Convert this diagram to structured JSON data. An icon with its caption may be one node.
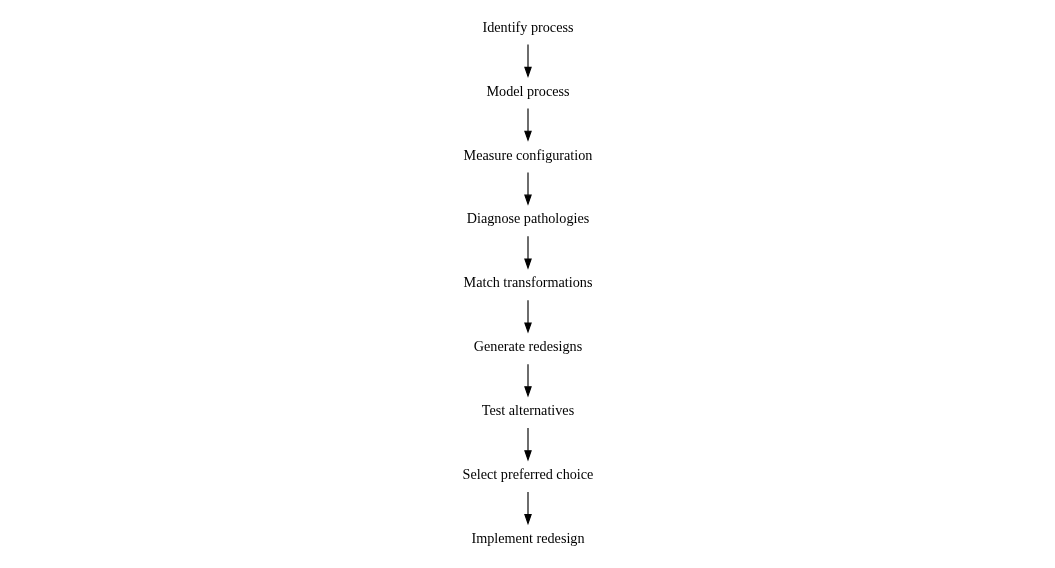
{
  "diagram": {
    "nodes": [
      {
        "text": [
          "Select preferred choice"
        ]
      },
      {
        "text": [
          "Implement redesign"
        ]
      },
      {
        "text": [
          "Model process"
        ]
      },
      {
        "text": [
          "Test alternatives"
        ]
      },
      {
        "text": [
          "Identify process"
        ]
      },
      {
        "text": [
          "Measure configuration"
        ]
      },
      {
        "text": [
          "Generate redesigns"
        ]
      },
      {
        "text": [
          "Diagnose pathologies"
        ]
      },
      {
        "text": [
          "Match transformations"
        ]
      }
    ],
    "edges": [
      {
        "from": 4,
        "to": 2,
        "arrow": "to"
      },
      {
        "from": 2,
        "to": 5,
        "arrow": "to"
      },
      {
        "from": 5,
        "to": 7,
        "arrow": "to"
      },
      {
        "from": 7,
        "to": 8,
        "arrow": "to"
      },
      {
        "from": 8,
        "to": 6,
        "arrow": "to"
      },
      {
        "from": 6,
        "to": 3,
        "arrow": "to"
      },
      {
        "from": 3,
        "to": 0,
        "arrow": "to"
      },
      {
        "from": 0,
        "to": 1,
        "arrow": "to"
      }
    ]
  }
}
